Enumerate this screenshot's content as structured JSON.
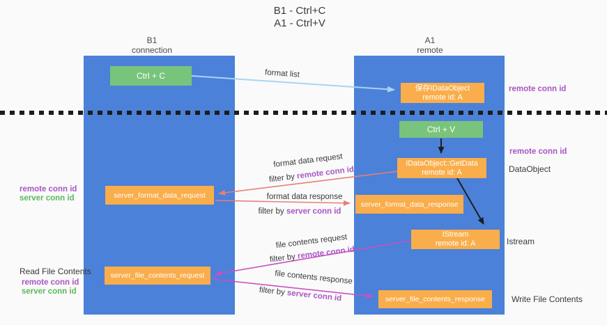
{
  "title": {
    "line1": "B1 - Ctrl+C",
    "line2": "A1 - Ctrl+V"
  },
  "lanes": {
    "left": {
      "header_top": "B1",
      "header_bottom": "connection"
    },
    "right": {
      "header_top": "A1",
      "header_bottom": "remote"
    }
  },
  "boxes": {
    "ctrl_c": {
      "label": "Ctrl + C"
    },
    "save_dataobject": {
      "line1": "保存IDataObject",
      "line2": "remote id: A"
    },
    "ctrl_v": {
      "label": "Ctrl + V"
    },
    "getdata": {
      "line1": "IDataObject::GetData",
      "line2": "remote id: A"
    },
    "format_request": {
      "label": "server_format_data_request"
    },
    "format_response": {
      "label": "server_format_data_response"
    },
    "istream": {
      "line1": "IStream",
      "line2": "remote id: A"
    },
    "file_request": {
      "label": "server_file_contents_request"
    },
    "file_response": {
      "label": "server_file_contents_response"
    }
  },
  "arrow_labels": {
    "format_list": "format list",
    "format_request": {
      "line1": "format data request",
      "filter_prefix": "filter by ",
      "filter_key": "remote conn id"
    },
    "format_response": {
      "line1": "format data response",
      "filter_prefix": "filter by ",
      "filter_key": "server conn id"
    },
    "file_request": {
      "line1": "file contents request",
      "filter_prefix": "filter by ",
      "filter_key": "remote conn id"
    },
    "file_response": {
      "line1": "file contents response",
      "filter_prefix": "filter by ",
      "filter_key": "server conn id"
    }
  },
  "side_labels": {
    "right_top_conn": "remote conn id",
    "right_mid_conn": "remote conn id",
    "dataobject": "DataObject",
    "istream": "Istream",
    "write_file": "Write File Contents",
    "left_format_remote": "remote conn id",
    "left_format_server": "server conn id",
    "read_file": "Read File Contents",
    "left_file_remote": "remote conn id",
    "left_file_server": "server conn id"
  },
  "colors": {
    "background": "#fafafa",
    "lane_blue": "#4b81d8",
    "box_green": "#79c47c",
    "box_orange": "#f9ad4b",
    "arrow_light_blue": "#a9d3f1",
    "arrow_red": "#e87e78",
    "arrow_magenta": "#ca4fc6",
    "arrow_black": "#1e1e1e",
    "label_purple": "#a956c4",
    "label_green": "#5cb85c"
  }
}
